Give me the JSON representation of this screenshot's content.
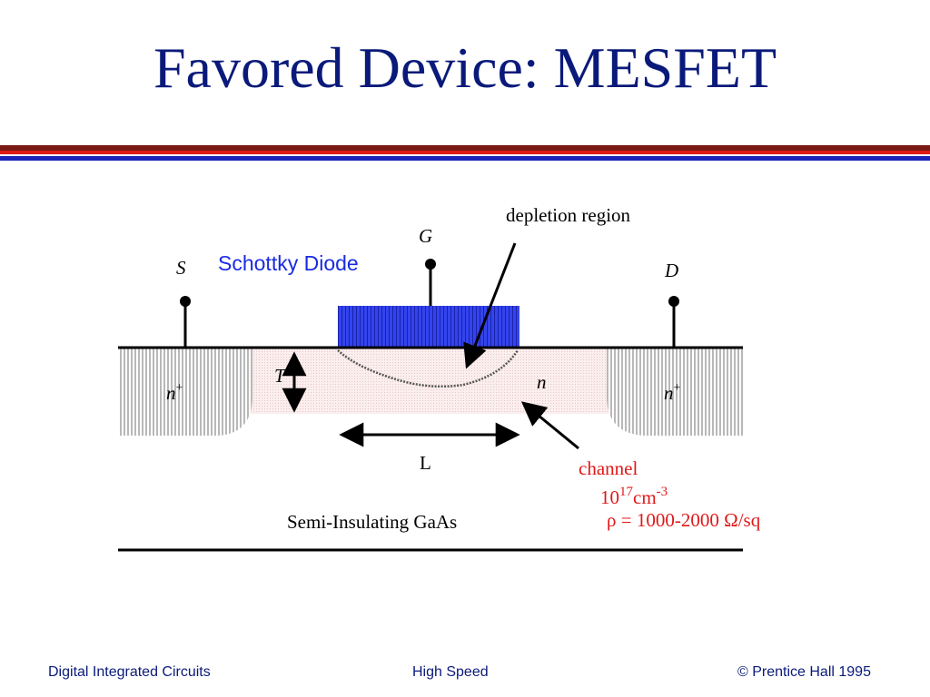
{
  "slide": {
    "title": "Favored Device: MESFET"
  },
  "diagram": {
    "labels": {
      "depletion": "depletion region",
      "gate": "G",
      "source": "S",
      "drain": "D",
      "schottky": "Schottky Diode",
      "thickness": "T",
      "length": "L",
      "n_left": "n",
      "n_right": "n",
      "plus": "+",
      "n_channel": "n",
      "channel": "channel",
      "doping_base": "10",
      "doping_exp": "17",
      "doping_unit": "cm",
      "doping_unit_exp": "-3",
      "rho_symbol": "ρ",
      "rho_rest": " = 1000-2000 ",
      "ohm": "Ω",
      "per_sq": "/sq",
      "substrate": "Semi-Insulating GaAs"
    },
    "colors": {
      "gate_metal": "#2233dd",
      "channel": "#f6dede",
      "nplus": "#bdbdbd",
      "annotation_red": "#e01818"
    }
  },
  "footer": {
    "left": "Digital Integrated Circuits",
    "center": "High Speed",
    "right": "© Prentice Hall 1995"
  }
}
